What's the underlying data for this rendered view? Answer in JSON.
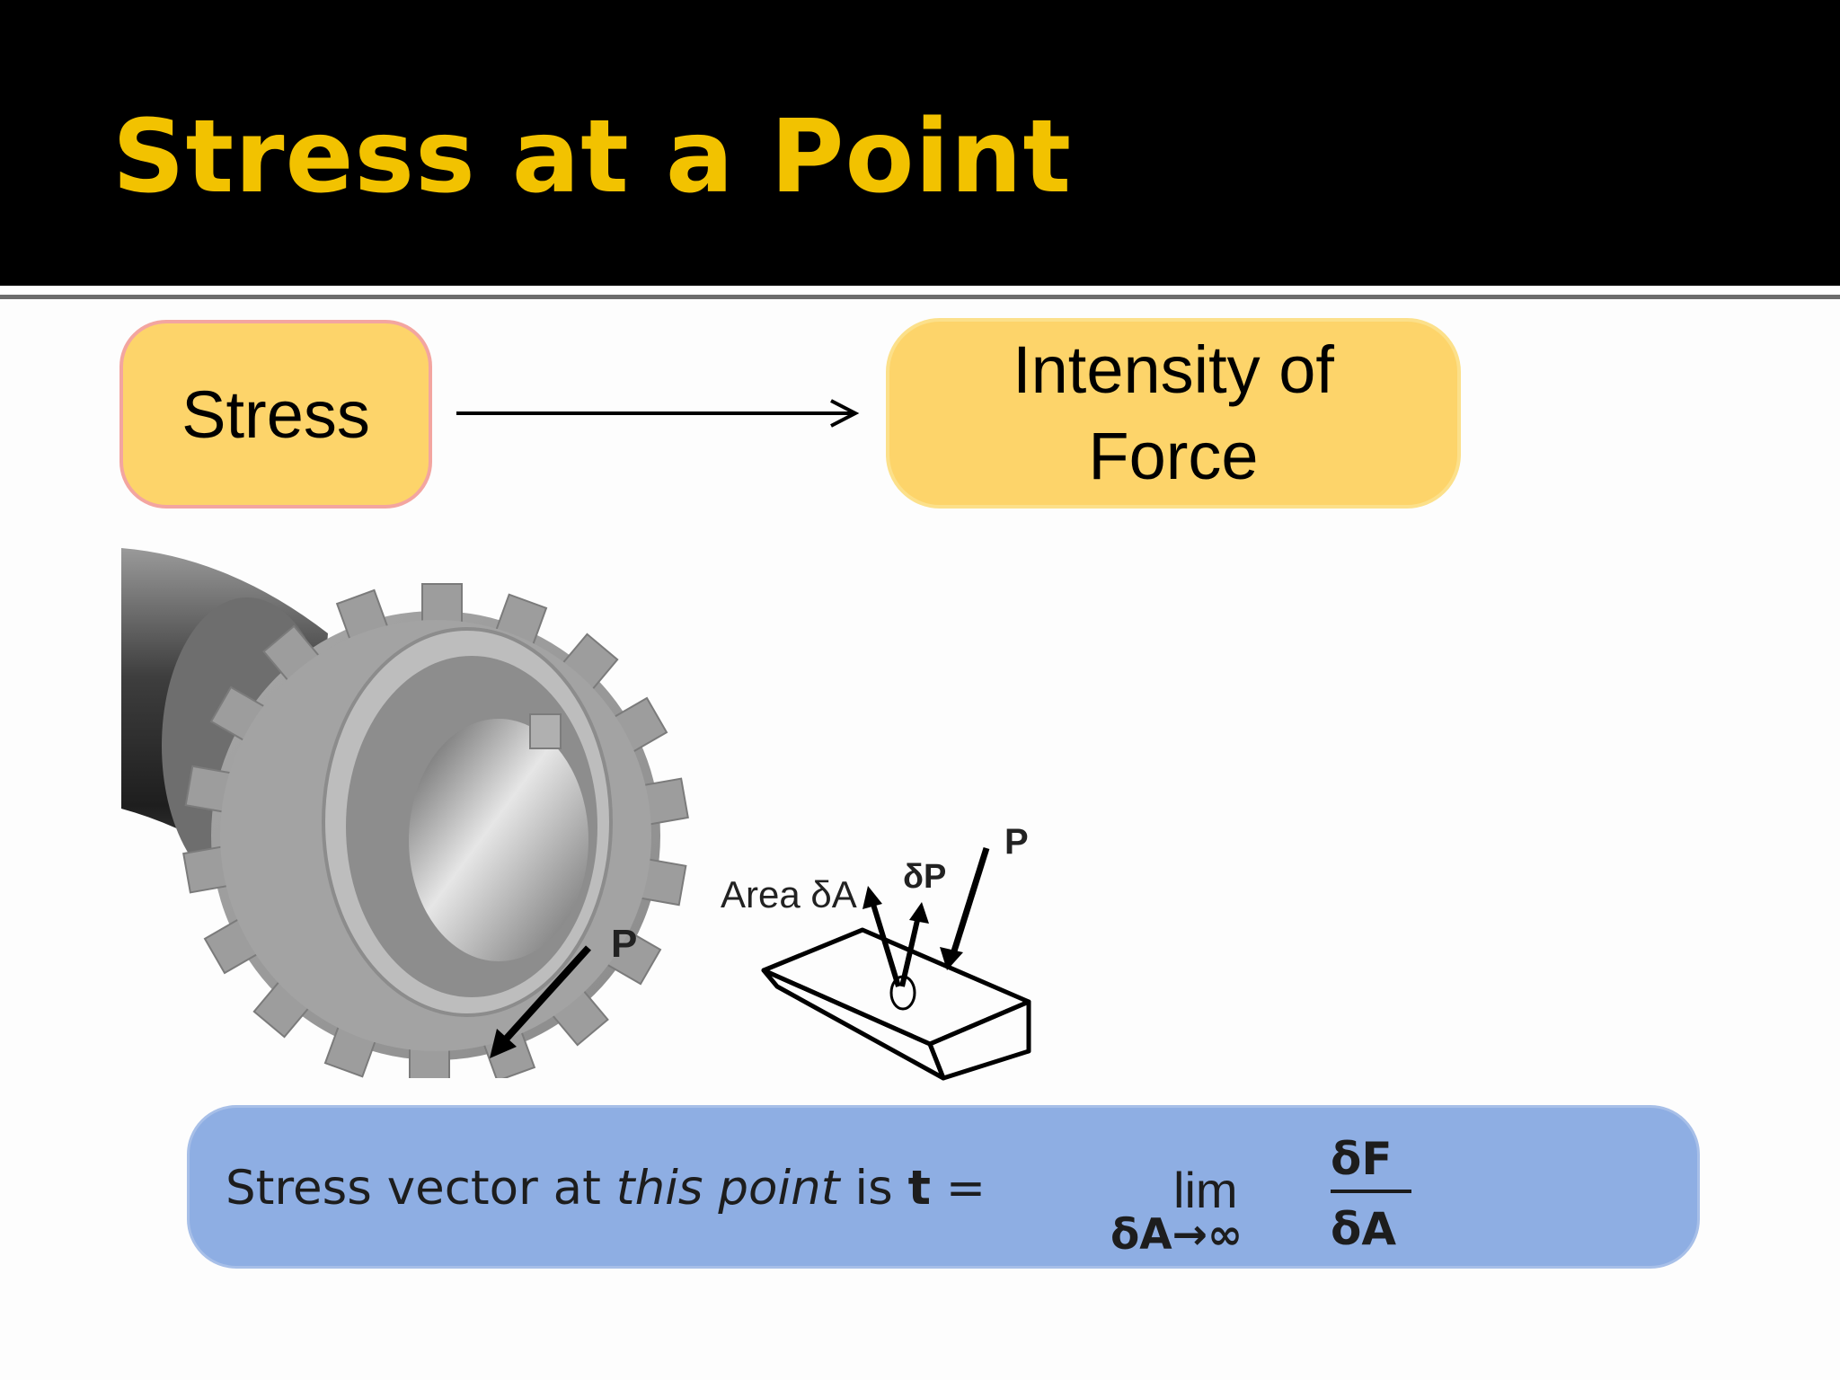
{
  "slide": {
    "title": "Stress at a Point",
    "colors": {
      "header_background": "#000000",
      "title_text": "#f2c200",
      "concept_box_fill": "#fdd46a",
      "stress_box_border": "#f3a5a0",
      "equation_box_fill": "#8eaee3"
    }
  },
  "concept": {
    "term": "Stress",
    "definition_line1": "Intensity of",
    "definition_line2": "Force"
  },
  "figure": {
    "gear_load_label": "P",
    "area_label": "Area δA",
    "force_increment_label": "δP",
    "element_load_label": "P"
  },
  "equation": {
    "lead_text": "Stress vector at ",
    "italic_text": "this point",
    "is_text": " is ",
    "bold_symbol": "t",
    "equals": " =",
    "limit_word": "lim",
    "limit_condition": "δA→∞",
    "numerator": "δF",
    "denominator": "δA"
  }
}
